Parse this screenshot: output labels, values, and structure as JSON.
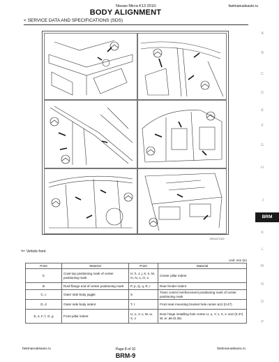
{
  "header": {
    "model": "Nissan Micra K13 2010-",
    "site": "fastmanualsauto.ru",
    "title": "BODY ALIGNMENT",
    "section": "< SERVICE DATA AND SPECIFICATIONS (SDS)"
  },
  "side_tabs": [
    {
      "label": "A"
    },
    {
      "label": "B"
    },
    {
      "label": "C"
    },
    {
      "label": "D"
    },
    {
      "label": "E"
    },
    {
      "label": "F"
    },
    {
      "label": "G"
    },
    {
      "label": "H"
    },
    {
      "label": "BRM"
    },
    {
      "label": "J"
    },
    {
      "label": "K"
    },
    {
      "label": "L"
    },
    {
      "label": "M"
    },
    {
      "label": "N"
    },
    {
      "label": "O"
    },
    {
      "label": "P"
    }
  ],
  "figure": {
    "id": "JSKIA3713ZZ",
    "vehicle_front": "Vehicle front"
  },
  "table": {
    "unit": "Unit: mm (in)",
    "headers": [
      "Point",
      "Material",
      "Point",
      "Material"
    ],
    "rows": [
      [
        "b",
        "Cowl top positioning mark of center positioning mark",
        "H, h, J, j, K, k, M, m, N, n, O, o",
        "Center pillar indent"
      ],
      [
        "B",
        "Roof flange end of center positioning mark",
        "P, p, Q, q, R, r",
        "Rear fender indent"
      ],
      [
        "C, c",
        "Outer side body joggle",
        "S",
        "Trans control reinforcement positioning mark of center positioning mark"
      ],
      [
        "D, d",
        "Outer side body indent",
        "T, t",
        "Front seat mounting bracket hole center ø12 (0.47)"
      ],
      [
        "E, e, F, f, G, g",
        "Front pillar indent",
        "U, u, V, v, W, w, X, x",
        "Door hinge installing hole center U, u, V, v, X, x: ø12 (0.47) W, w: ø9 (0.35)"
      ]
    ]
  },
  "footer": {
    "left": "fastmanualsauto.ru",
    "center": "Page 8 of 10",
    "right": "fastmanualsauto.ru",
    "page_code": "BRM-9"
  }
}
